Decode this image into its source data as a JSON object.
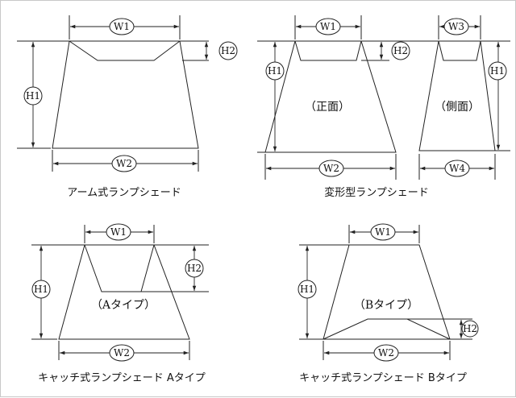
{
  "labels": {
    "w1": "W1",
    "w2": "W2",
    "w3": "W3",
    "w4": "W4",
    "h1": "H1",
    "h2": "H2"
  },
  "panels": {
    "arm": {
      "caption": "アーム式ランプシェード"
    },
    "henkei": {
      "caption": "変形型ランプシェード",
      "front": "（正面）",
      "side": "（側面）"
    },
    "catch_a": {
      "caption": "キャッチ式ランプシェード Aタイプ",
      "type_label": "（Aタイプ）"
    },
    "catch_b": {
      "caption": "キャッチ式ランプシェード Bタイプ",
      "type_label": "（Bタイプ）"
    }
  }
}
